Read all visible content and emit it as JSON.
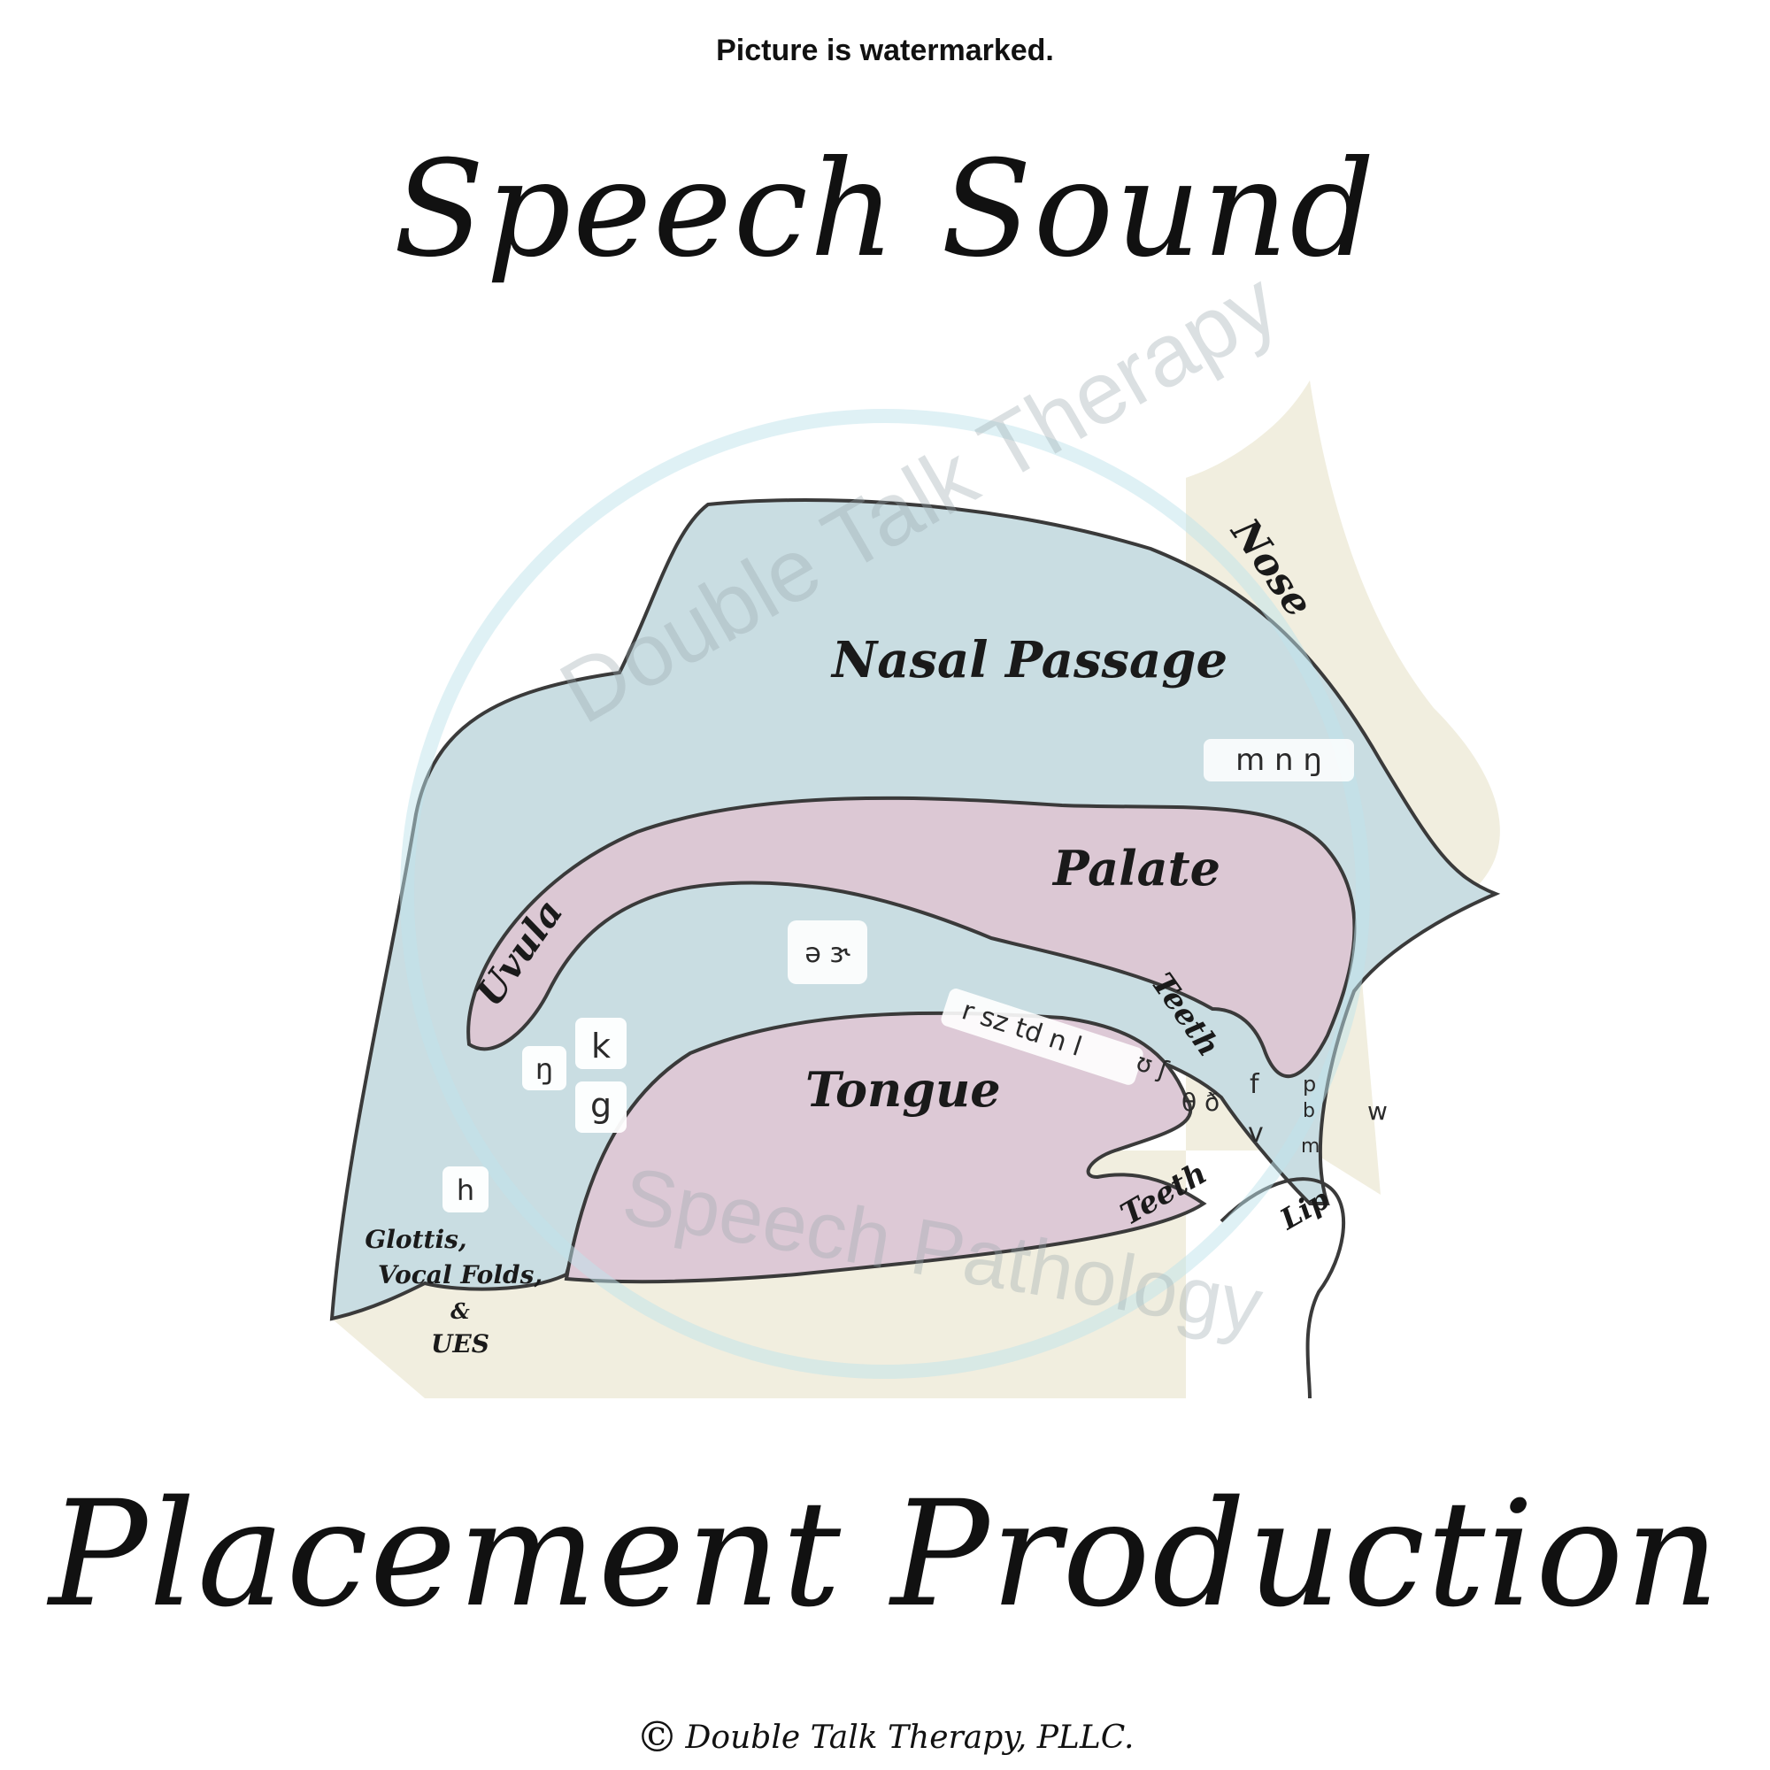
{
  "notice": "Picture is watermarked.",
  "title_top": "Speech Sound",
  "title_bottom": "Placement Production",
  "copyright": "Double Talk Therapy, PLLC.",
  "colors": {
    "nasal_blue": "#c9dde2",
    "palate_pink": "#dcc8d4",
    "tongue_pink": "#ddc9d6",
    "skin_cream": "#f1eedf",
    "outline": "#3a3a3a"
  },
  "regions": {
    "nose": "Nose",
    "nasal_passage": "Nasal Passage",
    "palate": "Palate",
    "uvula": "Uvula",
    "tongue": "Tongue",
    "teeth_upper": "Teeth",
    "teeth_lower": "Teeth",
    "lip": "Lip",
    "glottis_line1": "Glottis,",
    "glottis_line2": "Vocal Folds,",
    "glottis_line3": "&",
    "glottis_line4": "UES"
  },
  "sounds": {
    "nasals": "m n ŋ",
    "schwa": "ə ɝ",
    "alveolar": "r sz td n l",
    "postalveolar": "ʊ ʃ",
    "velar_k": "k",
    "velar_g": "g",
    "velar_ng": "ŋ",
    "glottal_h": "h",
    "dental": "θ ð",
    "labiodental_f": "f",
    "labiodental_v": "v",
    "bilabial_p": "p",
    "bilabial_b": "b",
    "bilabial_m": "m",
    "labial_w": "w"
  },
  "watermark": {
    "top": "Double Talk Therapy",
    "bottom": "Speech Pathology"
  }
}
